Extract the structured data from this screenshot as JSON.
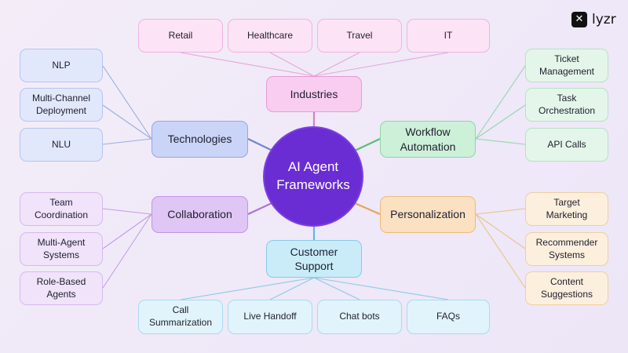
{
  "brand": {
    "name": "lyzr",
    "icon": "x-logo-icon"
  },
  "center": {
    "label": "AI Agent\nFrameworks",
    "color": "#6a2dd3"
  },
  "branches": {
    "industries": {
      "label": "Industries",
      "color": "#f8cdef",
      "items": [
        "Retail",
        "Healthcare",
        "Travel",
        "IT"
      ]
    },
    "technologies": {
      "label": "Technologies",
      "color": "#c9d4f7",
      "items": [
        "NLP",
        "Multi-Channel\nDeployment",
        "NLU"
      ]
    },
    "workflow": {
      "label": "Workflow\nAutomation",
      "color": "#ccf0d8",
      "items": [
        "Ticket\nManagement",
        "Task\nOrchestration",
        "API Calls"
      ]
    },
    "collaboration": {
      "label": "Collaboration",
      "color": "#dfc6f4",
      "items": [
        "Team\nCoordination",
        "Multi-Agent\nSystems",
        "Role-Based\nAgents"
      ]
    },
    "personalization": {
      "label": "Personalization",
      "color": "#fbe0c2",
      "items": [
        "Target\nMarketing",
        "Recommender\nSystems",
        "Content\nSuggestions"
      ]
    },
    "support": {
      "label": "Customer\nSupport",
      "color": "#c9ecf8",
      "items": [
        "Call\nSummarization",
        "Live Handoff",
        "Chat bots",
        "FAQs"
      ]
    }
  }
}
